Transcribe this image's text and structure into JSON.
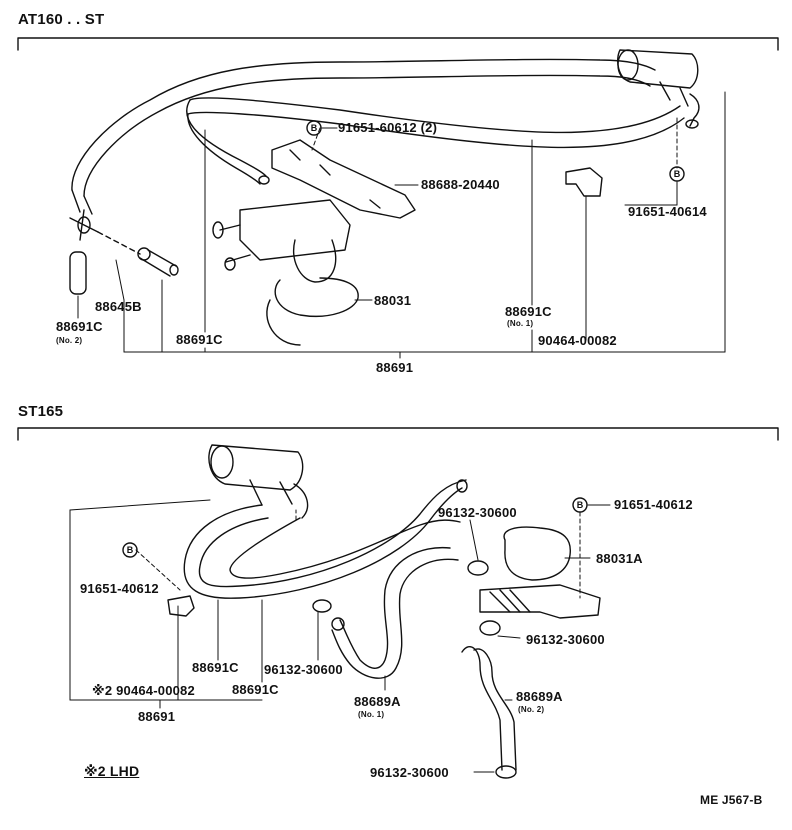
{
  "sections": {
    "top": {
      "title": "AT160 . . ST",
      "labels": {
        "p_9165160612": "91651-60612 (2)",
        "p_8868820440": "88688-20440",
        "p_9165140614": "91651-40614",
        "p_88645b": "88645B",
        "p_88691c_no2": "88691C",
        "p_88691c_no2_sub": "(No. 2)",
        "p_88691c_mid": "88691C",
        "p_88031": "88031",
        "p_88691c_no1": "88691C",
        "p_88691c_no1_sub": "(No. 1)",
        "p_9046400082": "90464-00082",
        "p_88691": "88691"
      }
    },
    "bottom": {
      "title": "ST165",
      "labels": {
        "p_9165140612_r": "91651-40612",
        "p_9613230600_a": "96132-30600",
        "p_88031a": "88031A",
        "p_9165140612_l": "91651-40612",
        "p_9613230600_b": "96132-30600",
        "p_88691c_a": "88691C",
        "p_9613230600_c": "96132-30600",
        "p_note2_90464": "※2 90464-00082",
        "p_88691c_b": "88691C",
        "p_88689a_no1": "88689A",
        "p_88689a_no1_sub": "(No. 1)",
        "p_88689a_no2": "88689A",
        "p_88689a_no2_sub": "(No. 2)",
        "p_88691": "88691",
        "p_9613230600_d": "96132-30600"
      }
    }
  },
  "footnote": "※2 LHD",
  "figure_code": "ME J567-B",
  "bolt_marker": "B"
}
